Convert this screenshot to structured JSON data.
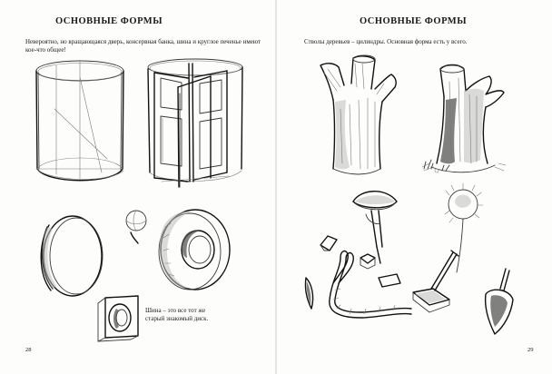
{
  "left_page": {
    "title": "ОСНОВНЫЕ ФОРМЫ",
    "intro_text": "Невероятно, но вращающаяся дверь, консервная банка, шина и круглое печенье имеют кое-что общее!",
    "caption": "Шина – это все тот же старый знакомый диск.",
    "page_number": "28"
  },
  "right_page": {
    "title": "ОСНОВНЫЕ ФОРМЫ",
    "intro_text": "Стволы деревьев – цилиндры. Основная форма есть у всего.",
    "page_number": "29"
  }
}
